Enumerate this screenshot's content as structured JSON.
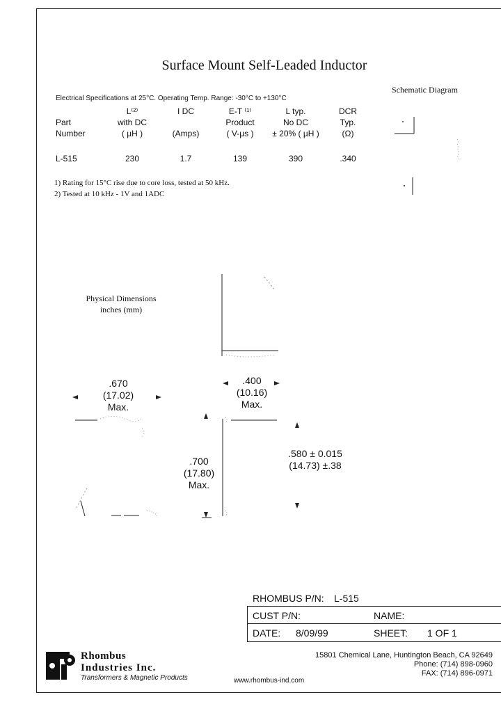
{
  "title": "Surface Mount Self-Leaded Inductor",
  "specs_line": "Electrical Specifications at 25°C.   Operating Temp. Range: -30°C to +130°C",
  "schematic_title": "Schematic Diagram",
  "table": {
    "headers": [
      [
        "",
        "Part",
        "Number"
      ],
      [
        "L⁽²⁾",
        "with DC",
        "( µH )"
      ],
      [
        "I DC",
        "",
        "(Amps)"
      ],
      [
        "E-T ⁽¹⁾",
        "Product",
        "( V-µs )"
      ],
      [
        "L  typ.",
        "No DC",
        "± 20% ( µH )"
      ],
      [
        "DCR",
        "Typ.",
        "(Ω)"
      ]
    ],
    "row": [
      "L-515",
      "230",
      "1.7",
      "139",
      "390",
      ".340"
    ]
  },
  "notes": [
    "1)  Rating for 15°C rise due to core loss, tested at 50 kHz.",
    "2)  Tested at 10 kHz - 1V and 1ADC"
  ],
  "physical": {
    "title": "Physical Dimensions",
    "units": "inches (mm)"
  },
  "dims": {
    "width_in": ".670",
    "width_mm": "(17.02)",
    "width_max": "Max.",
    "depth_in": ".400",
    "depth_mm": "(10.16)",
    "depth_max": "Max.",
    "height_in": ".700",
    "height_mm": "(17.80)",
    "height_max": "Max.",
    "lead_in": ".580 ± 0.015",
    "lead_mm": "(14.73) ±.38"
  },
  "title_block": {
    "pn_label": "RHOMBUS P/N:",
    "pn_value": "L-515",
    "cust_label": "CUST P/N:",
    "name_label": "NAME:",
    "date_label": "DATE:",
    "date_value": "8/09/99",
    "sheet_label": "SHEET:",
    "sheet_value": "1  OF  1"
  },
  "company": {
    "name1": "Rhombus",
    "name2": "Industries Inc.",
    "tagline": "Transformers & Magnetic Products",
    "address": "15801 Chemical Lane, Huntington Beach, CA 92649",
    "phone": "Phone:  (714) 898-0960",
    "fax": "FAX:  (714) 896-0971",
    "web": "www.rhombus-ind.com"
  }
}
